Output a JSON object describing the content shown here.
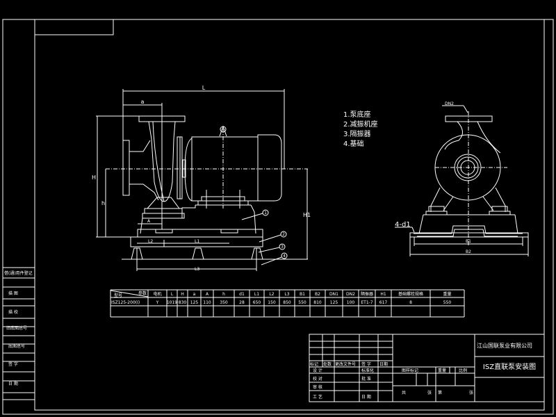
{
  "legend": [
    "1.泵底座",
    "2.减振机座",
    "3.隔振器",
    "4.基础"
  ],
  "front_view": {
    "dims": {
      "L": "L",
      "a": "a",
      "H": "H",
      "h": "h",
      "H1": "H1",
      "A": "A",
      "L1": "L1",
      "L2": "L2",
      "L3": "L3"
    },
    "balloons": [
      "1",
      "2",
      "3",
      "4"
    ]
  },
  "side_view": {
    "dn2": "DN2",
    "holes": "4-d1",
    "b1": "B1",
    "b2": "B2"
  },
  "spec_table": {
    "header_corner": {
      "top": "参数",
      "bottom": "型号"
    },
    "headers": [
      "电机",
      "L",
      "H",
      "a",
      "A",
      "h",
      "d1",
      "L1",
      "L2",
      "L3",
      "B1",
      "B2",
      "DN1",
      "DN2",
      "隔振器",
      "H1",
      "基础螺栓规格",
      "重量"
    ],
    "rows": [
      {
        "model": "ISZ125-200(I)",
        "cells": [
          "Y",
          "1019",
          "830",
          "125",
          "110",
          "350",
          "28",
          "650",
          "150",
          "850",
          "550",
          "810",
          "125",
          "100",
          "ET1-7",
          "617",
          "8",
          "550"
        ]
      }
    ]
  },
  "left_column": [
    "借(通)用件登记",
    "描 图",
    "描 校",
    "旧底图总号",
    "底图总号",
    "签 字",
    "日 期"
  ],
  "title_block": {
    "revision_headers": [
      "标记",
      "处数",
      "更改文件号",
      "签 字",
      "日期"
    ],
    "sign_rows": [
      {
        "left": "设 计",
        "mid": "标准化"
      },
      {
        "left": "校 对",
        "mid": "批 准"
      },
      {
        "left": "审 核",
        "mid": ""
      },
      {
        "left": "工 艺",
        "mid": "日 期"
      }
    ],
    "stage_headers": [
      "图样标记",
      "重量",
      "比例"
    ],
    "sheet_total": "共",
    "sheet_total_unit": "张",
    "sheet_no": "第",
    "sheet_no_unit": "张",
    "company": "江山国联泵业有限公司",
    "drawing_title": "ISZ直联泵安装图"
  }
}
